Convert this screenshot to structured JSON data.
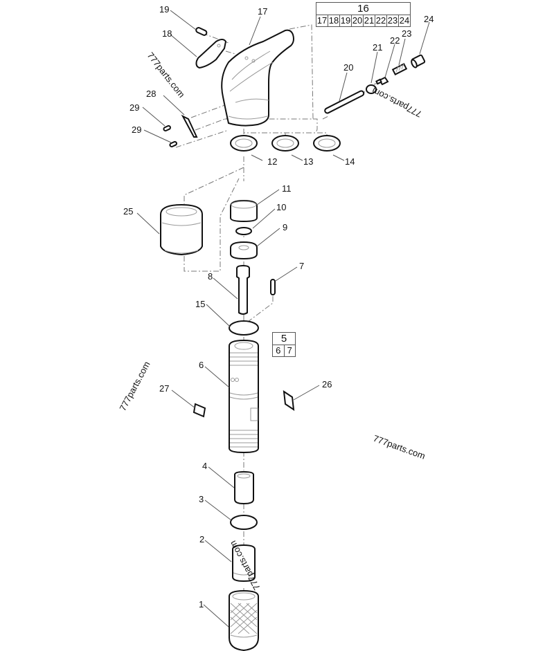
{
  "diagram": {
    "type": "exploded-parts-diagram",
    "watermark": "777parts.com",
    "part_labels": [
      "1",
      "2",
      "3",
      "4",
      "6",
      "7",
      "8",
      "9",
      "10",
      "11",
      "12",
      "13",
      "14",
      "15",
      "17",
      "18",
      "19",
      "20",
      "21",
      "22",
      "23",
      "24",
      "25",
      "26",
      "27",
      "28",
      "29",
      "29"
    ],
    "kits": [
      {
        "id": "16",
        "title": "16",
        "members": [
          "17",
          "18",
          "19",
          "20",
          "21",
          "22",
          "23",
          "24"
        ]
      },
      {
        "id": "5",
        "title": "5",
        "members": [
          "6",
          "7"
        ]
      }
    ]
  },
  "labels": {
    "p1": "1",
    "p2": "2",
    "p3": "3",
    "p4": "4",
    "p6": "6",
    "p7": "7",
    "p8": "8",
    "p9": "9",
    "p10": "10",
    "p11": "11",
    "p12": "12",
    "p13": "13",
    "p14": "14",
    "p15": "15",
    "p17": "17",
    "p18": "18",
    "p19": "19",
    "p20": "20",
    "p21": "21",
    "p22": "22",
    "p23": "23",
    "p24": "24",
    "p25": "25",
    "p26": "26",
    "p27": "27",
    "p28": "28",
    "p29a": "29",
    "p29b": "29"
  },
  "kit16": {
    "title": "16",
    "cells": [
      "17",
      "18",
      "19",
      "20",
      "21",
      "22",
      "23",
      "24"
    ]
  },
  "kit5": {
    "title": "5",
    "cells": [
      "6",
      "7"
    ]
  },
  "watermarks": [
    "777parts.com",
    "777parts.com",
    "777parts.com",
    "777parts.com",
    "777parts.com"
  ]
}
